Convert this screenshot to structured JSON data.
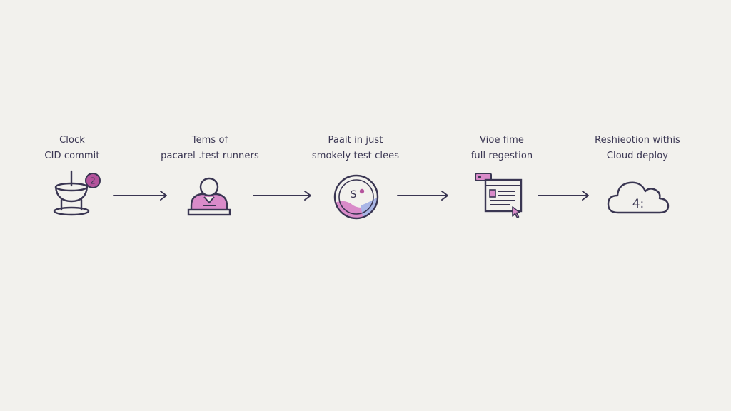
{
  "steps": [
    {
      "line1": "Clock",
      "line2": "CID commit",
      "icon": "pedestal-bowl-icon",
      "badge": "2"
    },
    {
      "line1": "Tems of",
      "line2": "pacarel .test runners",
      "icon": "person-at-desk-icon"
    },
    {
      "line1": "Paait in just",
      "line2": "smokely test clees",
      "icon": "circle-smoke-test-icon",
      "glyph": "S"
    },
    {
      "line1": "Vioe fime",
      "line2": "full regestion",
      "icon": "document-report-icon"
    },
    {
      "line1": "Reshieotion withis",
      "line2": "Cloud deploy",
      "icon": "cloud-icon",
      "glyph": "4:"
    }
  ],
  "colors": {
    "stroke": "#3a3652",
    "accent": "#b4539c",
    "accent_light": "#d98bc9",
    "accent_blue": "#a9b6e6",
    "background": "#f2f1ed"
  }
}
